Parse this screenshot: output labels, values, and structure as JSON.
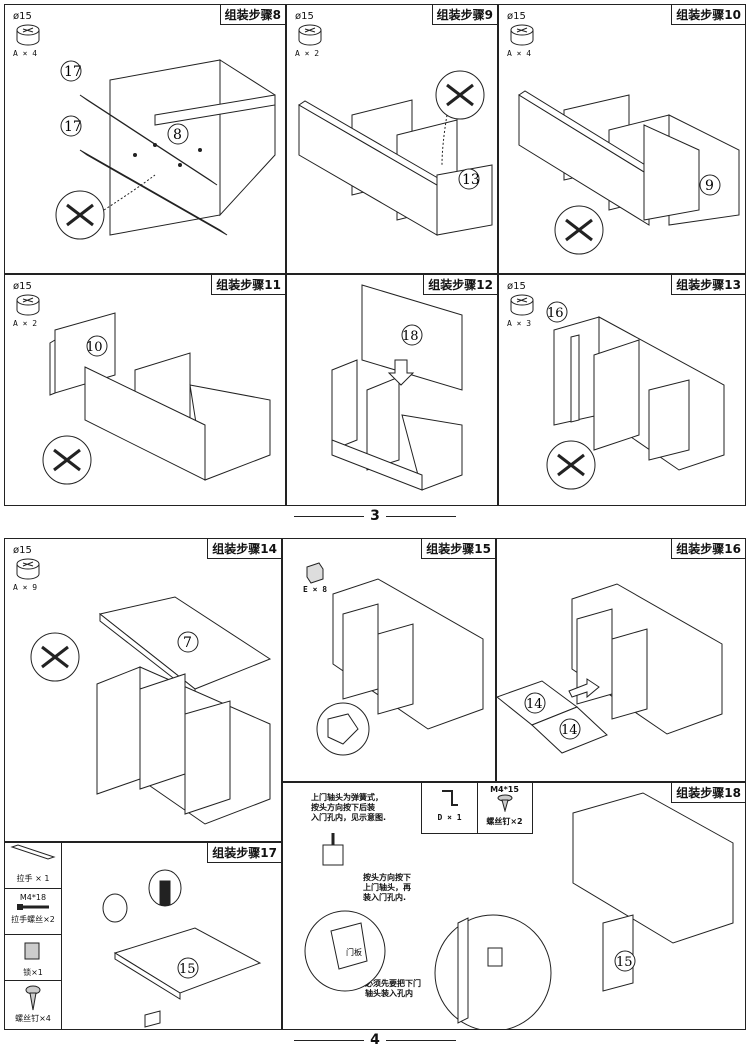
{
  "page3": {
    "number": "3",
    "steps": [
      {
        "title": "组装步骤8",
        "cam_diameter": "ø15",
        "cam_qty": "A × 4",
        "parts": [
          "17",
          "17",
          "8"
        ]
      },
      {
        "title": "组装步骤9",
        "cam_diameter": "ø15",
        "cam_qty": "A × 2",
        "parts": [
          "13"
        ]
      },
      {
        "title": "组装步骤10",
        "cam_diameter": "ø15",
        "cam_qty": "A × 4",
        "parts": [
          "9"
        ]
      },
      {
        "title": "组装步骤11",
        "cam_diameter": "ø15",
        "cam_qty": "A × 2",
        "parts": [
          "10"
        ]
      },
      {
        "title": "组装步骤12",
        "parts": [
          "18"
        ]
      },
      {
        "title": "组装步骤13",
        "cam_diameter": "ø15",
        "cam_qty": "A × 3",
        "parts": [
          "16"
        ]
      }
    ]
  },
  "page4": {
    "number": "4",
    "step14": {
      "title": "组装步骤14",
      "cam_diameter": "ø15",
      "cam_qty": "A × 9",
      "parts": [
        "7"
      ]
    },
    "step15": {
      "title": "组装步骤15",
      "hardware_qty": "E × 8"
    },
    "step16": {
      "title": "组装步骤16",
      "parts": [
        "14",
        "14"
      ]
    },
    "step17": {
      "title": "组装步骤17",
      "parts": [
        "15"
      ],
      "part_list": [
        {
          "label": "拉手 × 1"
        },
        {
          "spec": "M4*18",
          "label": "拉手螺丝×2"
        },
        {
          "label": "锁×1"
        },
        {
          "label": "螺丝钉×4"
        }
      ]
    },
    "step18": {
      "title": "组装步骤18",
      "parts": [
        "15"
      ],
      "hardware": [
        {
          "label": "D × 1"
        },
        {
          "spec": "M4*15",
          "label": "螺丝钉×2"
        }
      ],
      "notes": {
        "top_note": "上门轴头为弹簧式，\n按头方向按下后装\n入门孔内，见示意图.",
        "press_note": "按头方向按下\n上门轴头，再\n装入门孔内.",
        "door_label": "门板",
        "bottom_note": "必须先要把下门\n轴头装入孔内"
      }
    }
  }
}
